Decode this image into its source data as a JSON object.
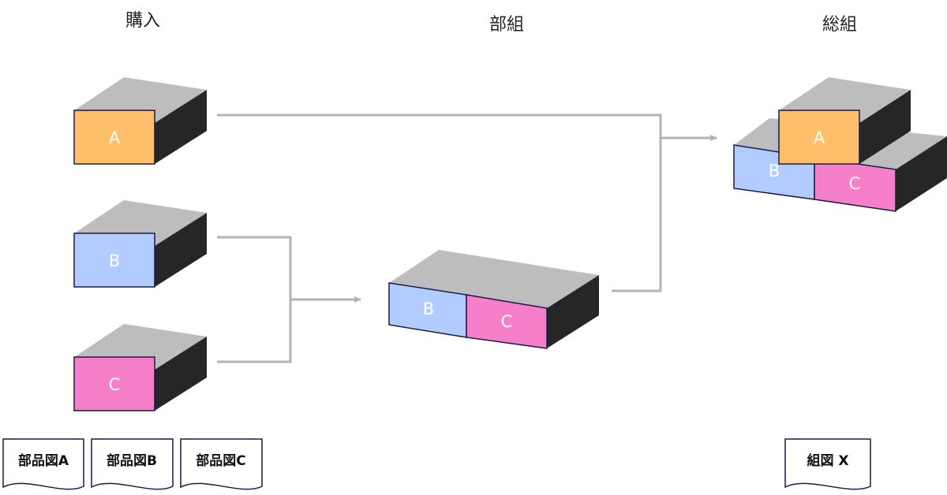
{
  "stages": {
    "purchase": "購入",
    "subassembly": "部組",
    "final": "総組"
  },
  "parts": {
    "a": "A",
    "b": "B",
    "c": "C"
  },
  "documents": {
    "part_a": "部品図A",
    "part_b": "部品図B",
    "part_c": "部品図C",
    "assembly_x": "組図 X"
  },
  "colors": {
    "part_a": "#ffbf6b",
    "part_b": "#b3ccff",
    "part_c": "#f57fc8",
    "box_top": "#bdbdbd",
    "box_side": "#262626",
    "connector": "#b3b3b3",
    "outline": "#1a1a4d"
  }
}
